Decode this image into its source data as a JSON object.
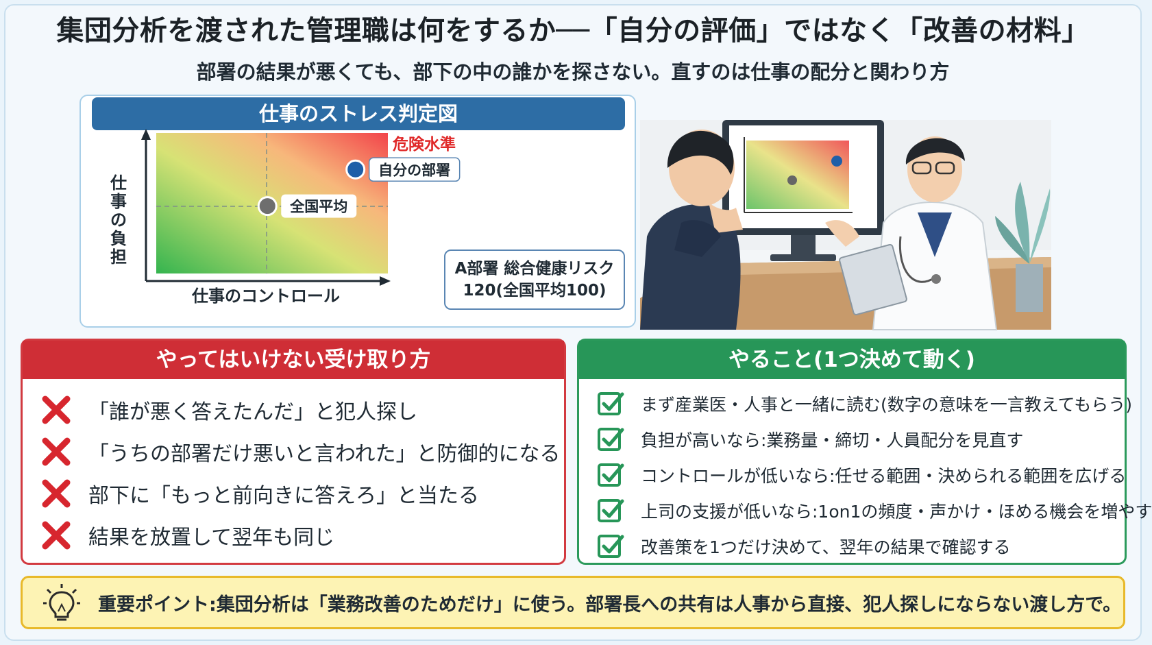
{
  "title": "集団分析を渡された管理職は何をするか──「自分の評価」ではなく「改善の材料」",
  "subtitle": "部署の結果が悪くても、部下の中の誰かを探さない。直すのは仕事の配分と関わり方",
  "chart": {
    "header": "仕事のストレス判定図",
    "danger_label": "危険水準",
    "risk_box": {
      "line1": "A部署 総合健康リスク",
      "line2": "120(全国平均100)"
    }
  },
  "chart_data": {
    "type": "scatter",
    "title": "仕事のストレス判定図",
    "xlabel": "仕事のコントロール",
    "ylabel": "仕事の負担",
    "points": [
      {
        "label": "全国平均",
        "x": 0.48,
        "y": 0.48,
        "color": "#6e6e6e"
      },
      {
        "label": "自分の部署",
        "x": 0.86,
        "y": 0.74,
        "color": "#1f5fa8"
      }
    ],
    "xlim": [
      0,
      1
    ],
    "ylim": [
      0,
      1
    ],
    "grid": false
  },
  "colors": {
    "danger": "#e02828",
    "dont": "#cf2e36",
    "do": "#279658",
    "header_blue": "#2d6da5",
    "point_bg": "#fdf3b4"
  },
  "dont": {
    "header": "やってはいけない受け取り方",
    "icon": "x-mark-icon",
    "items": [
      "「誰が悪く答えたんだ」と犯人探し",
      "「うちの部署だけ悪いと言われた」と防御的になる",
      "部下に「もっと前向きに答えろ」と当たる",
      "結果を放置して翌年も同じ"
    ]
  },
  "do": {
    "header": "やること(1つ決めて動く)",
    "icon": "checkbox-icon",
    "items": [
      "まず産業医・人事と一緒に読む(数字の意味を一言教えてもらう)",
      "負担が高いなら:業務量・締切・人員配分を見直す",
      "コントロールが低いなら:任せる範囲・決められる範囲を広げる",
      "上司の支援が低いなら:1on1の頻度・声かけ・ほめる機会を増やす",
      "改善策を1つだけ決めて、翌年の結果で確認する"
    ]
  },
  "point": {
    "icon": "lightbulb-icon",
    "label": "重要ポイント:",
    "text": "集団分析は「業務改善のためだけ」に使う。部署長への共有は人事から直接、犯人探しにならない渡し方で。"
  }
}
